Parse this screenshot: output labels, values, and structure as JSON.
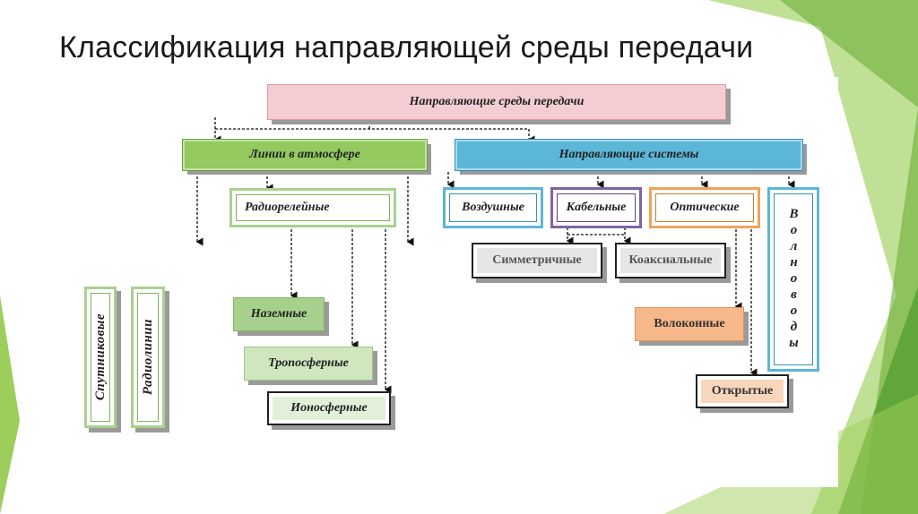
{
  "slide": {
    "title": "Классификация направляющей среды передачи"
  },
  "diagram": {
    "root": "Направляющие среды передачи",
    "branch_atmosphere": "Линии в атмосфере",
    "branch_guided": "Направляющие системы",
    "radiorelay": "Радиорелейные",
    "ground": "Наземные",
    "tropospheric": "Тропосферные",
    "ionospheric": "Ионосферные",
    "satellite": "Спутниковые",
    "radiolines": "Радиолинии",
    "air": "Воздушные",
    "cable": "Кабельные",
    "optical": "Оптические",
    "waveguides": "Волноводы",
    "symmetric": "Симметричные",
    "coaxial": "Коаксиальные",
    "fiber": "Волоконные",
    "open": "Открытые"
  },
  "colors": {
    "pink": "#f2c9cf",
    "green": "#8fc85a",
    "blue": "#5ab4d6",
    "accent_green": "#7ac143"
  }
}
